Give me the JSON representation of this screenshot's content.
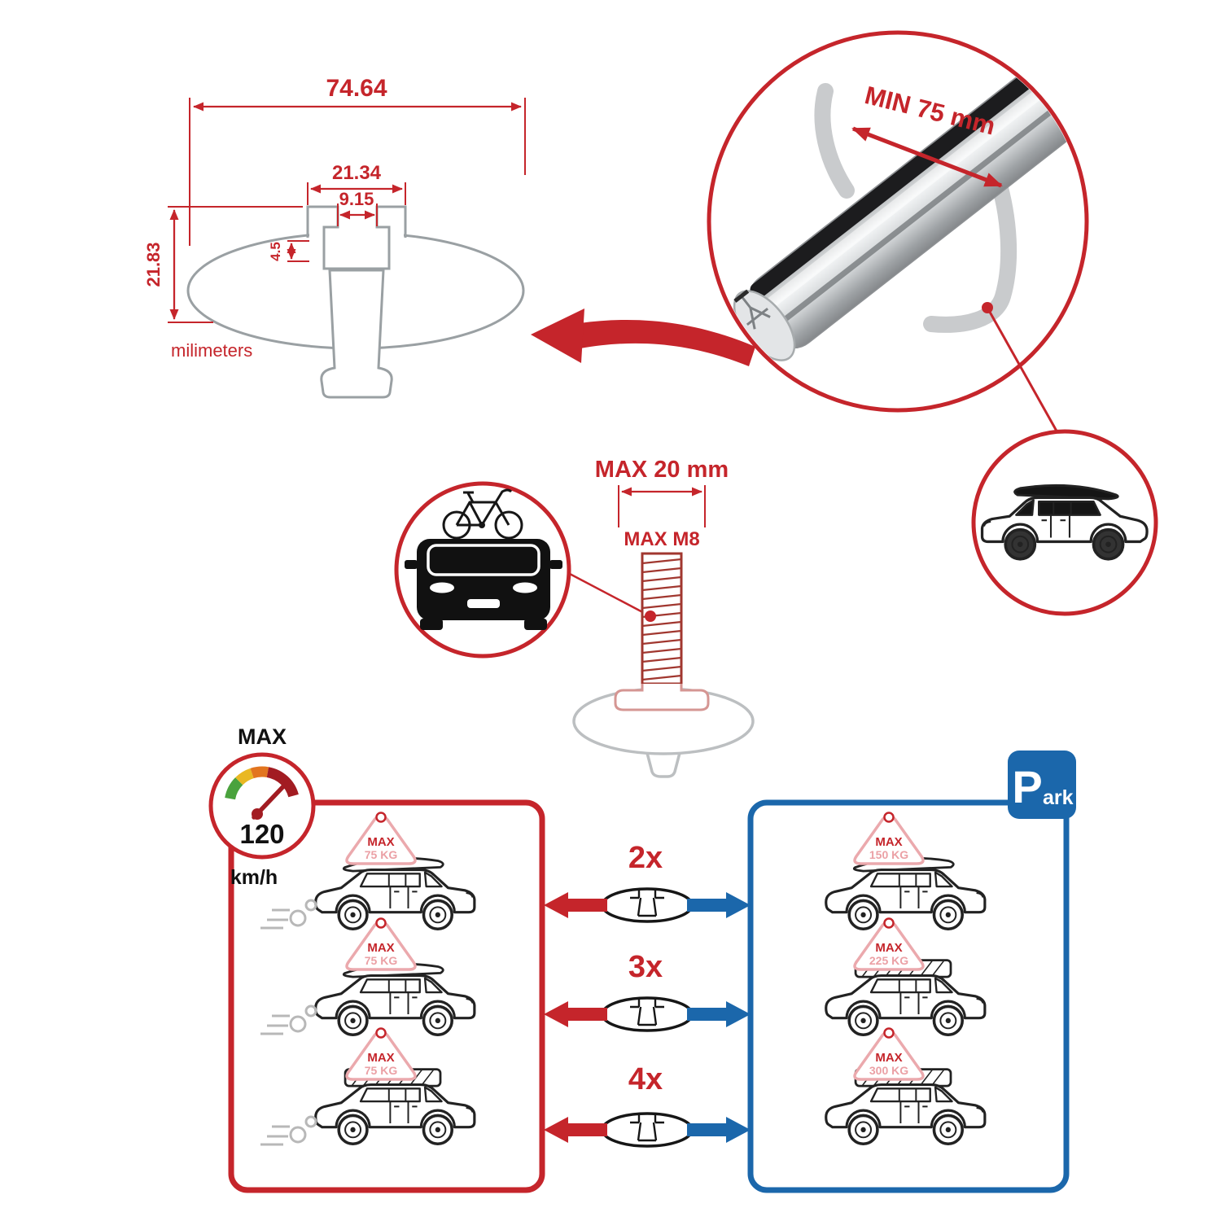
{
  "colors": {
    "red": "#c5252b",
    "blue": "#1b67ab",
    "gray": "#9aa0a3",
    "pink": "#eba0a5"
  },
  "cross_section": {
    "width_total": "74.64",
    "slot_outer": "21.34",
    "slot_inner": "9.15",
    "lip": "4.5",
    "height": "21.83",
    "units": "milimeters"
  },
  "bar_circle": {
    "min_span": "MIN 75 mm"
  },
  "bolt": {
    "max_width": "MAX 20 mm",
    "thread": "MAX M8"
  },
  "gauge": {
    "label": "MAX",
    "value": "120",
    "unit": "km/h"
  },
  "crossbar_counts": [
    "2x",
    "3x",
    "4x"
  ],
  "driving_panel": {
    "tags": [
      {
        "max": "MAX",
        "kg": "75 KG"
      },
      {
        "max": "MAX",
        "kg": "75 KG"
      },
      {
        "max": "MAX",
        "kg": "75 KG"
      }
    ]
  },
  "parking_panel": {
    "sign": {
      "p": "P",
      "ark": "ark"
    },
    "tags": [
      {
        "max": "MAX",
        "kg": "150 KG"
      },
      {
        "max": "MAX",
        "kg": "225 KG"
      },
      {
        "max": "MAX",
        "kg": "300 KG"
      }
    ]
  }
}
